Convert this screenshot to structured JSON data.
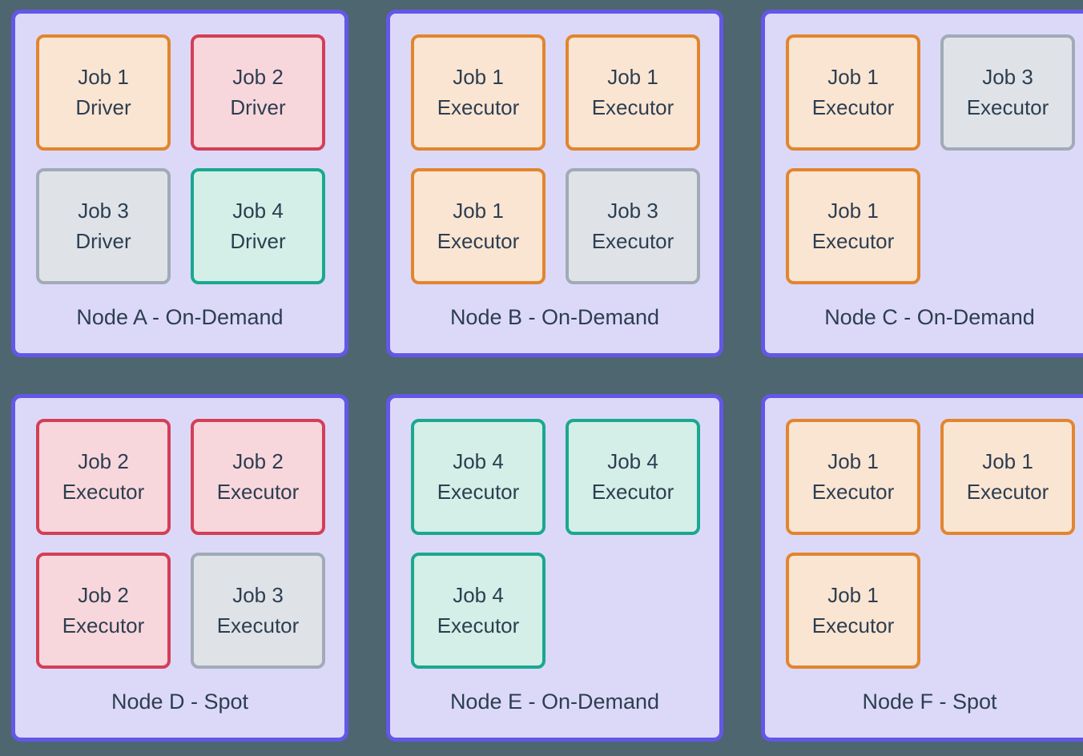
{
  "colors": {
    "background": "#4d6670",
    "node_fill": "#dcd9f8",
    "node_border": "#6357e8",
    "text": "#2d3e50",
    "variants": {
      "orange": {
        "border": "#e2852f",
        "fill": "#fae5d3"
      },
      "red": {
        "border": "#d43e58",
        "fill": "#f8d7dc"
      },
      "teal": {
        "border": "#1aa88f",
        "fill": "#d3efe7"
      },
      "gray": {
        "border": "#a0abb7",
        "fill": "#dfe3e8"
      }
    }
  },
  "nodes": [
    {
      "id": "a",
      "label": "Node A - On-Demand",
      "jobs": [
        {
          "line1": "Job 1",
          "line2": "Driver",
          "variant": "orange"
        },
        {
          "line1": "Job 2",
          "line2": "Driver",
          "variant": "red"
        },
        {
          "line1": "Job 3",
          "line2": "Driver",
          "variant": "gray"
        },
        {
          "line1": "Job 4",
          "line2": "Driver",
          "variant": "teal"
        }
      ]
    },
    {
      "id": "b",
      "label": "Node B - On-Demand",
      "jobs": [
        {
          "line1": "Job 1",
          "line2": "Executor",
          "variant": "orange"
        },
        {
          "line1": "Job 1",
          "line2": "Executor",
          "variant": "orange"
        },
        {
          "line1": "Job 1",
          "line2": "Executor",
          "variant": "orange"
        },
        {
          "line1": "Job 3",
          "line2": "Executor",
          "variant": "gray"
        }
      ]
    },
    {
      "id": "c",
      "label": "Node C - On-Demand",
      "jobs": [
        {
          "line1": "Job 1",
          "line2": "Executor",
          "variant": "orange"
        },
        {
          "line1": "Job 3",
          "line2": "Executor",
          "variant": "gray"
        },
        {
          "line1": "Job 1",
          "line2": "Executor",
          "variant": "orange"
        }
      ]
    },
    {
      "id": "d",
      "label": "Node D - Spot",
      "jobs": [
        {
          "line1": "Job 2",
          "line2": "Executor",
          "variant": "red"
        },
        {
          "line1": "Job 2",
          "line2": "Executor",
          "variant": "red"
        },
        {
          "line1": "Job 2",
          "line2": "Executor",
          "variant": "red"
        },
        {
          "line1": "Job 3",
          "line2": "Executor",
          "variant": "gray"
        }
      ]
    },
    {
      "id": "e",
      "label": "Node E - On-Demand",
      "jobs": [
        {
          "line1": "Job 4",
          "line2": "Executor",
          "variant": "teal"
        },
        {
          "line1": "Job 4",
          "line2": "Executor",
          "variant": "teal"
        },
        {
          "line1": "Job 4",
          "line2": "Executor",
          "variant": "teal"
        }
      ]
    },
    {
      "id": "f",
      "label": "Node F - Spot",
      "jobs": [
        {
          "line1": "Job 1",
          "line2": "Executor",
          "variant": "orange"
        },
        {
          "line1": "Job 1",
          "line2": "Executor",
          "variant": "orange"
        },
        {
          "line1": "Job 1",
          "line2": "Executor",
          "variant": "orange"
        }
      ]
    }
  ]
}
